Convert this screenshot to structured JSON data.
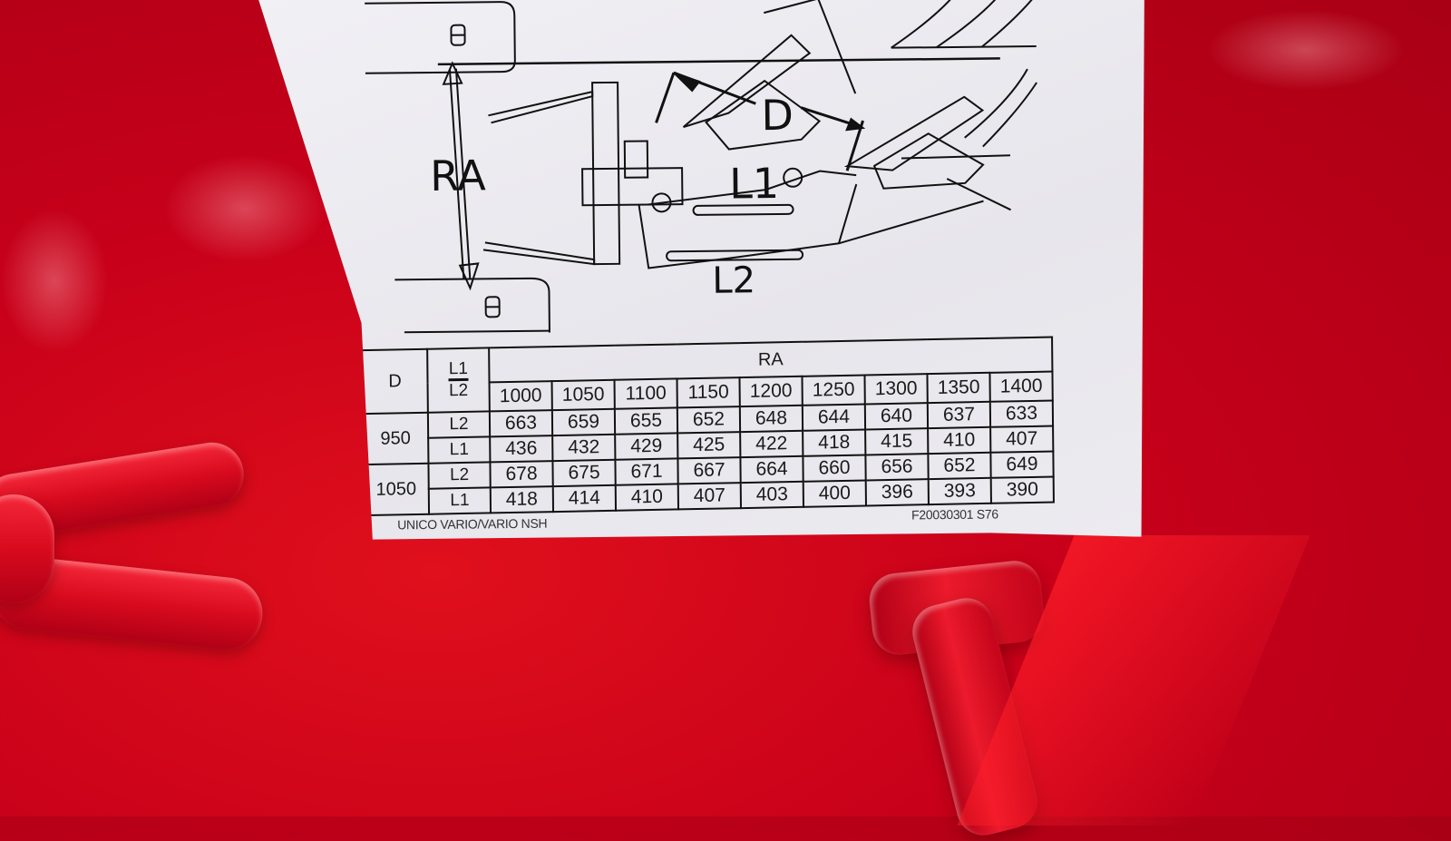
{
  "scene": {
    "description": "Photo of a white specification sticker on a red painted agricultural machine frame",
    "background_color": "#c8001a",
    "label_color": "#eceaf0"
  },
  "diagram": {
    "labels": {
      "ra": "RA",
      "d": "D",
      "l1": "L1",
      "l2": "L2"
    }
  },
  "table": {
    "header_d": "D",
    "header_l1": "L1",
    "header_l2": "L2",
    "header_ra": "RA",
    "ra_columns": [
      "1000",
      "1050",
      "1100",
      "1150",
      "1200",
      "1250",
      "1300",
      "1350",
      "1400"
    ],
    "groups": [
      {
        "d": "950",
        "rows": [
          {
            "label": "L2",
            "values": [
              "663",
              "659",
              "655",
              "652",
              "648",
              "644",
              "640",
              "637",
              "633"
            ]
          },
          {
            "label": "L1",
            "values": [
              "436",
              "432",
              "429",
              "425",
              "422",
              "418",
              "415",
              "410",
              "407"
            ]
          }
        ]
      },
      {
        "d": "1050",
        "rows": [
          {
            "label": "L2",
            "values": [
              "678",
              "675",
              "671",
              "667",
              "664",
              "660",
              "656",
              "652",
              "649"
            ]
          },
          {
            "label": "L1",
            "values": [
              "418",
              "414",
              "410",
              "407",
              "403",
              "400",
              "396",
              "393",
              "390"
            ]
          }
        ]
      }
    ]
  },
  "footer": {
    "model": "UNICO VARIO/VARIO NSH",
    "code": "F20030301 S76"
  }
}
